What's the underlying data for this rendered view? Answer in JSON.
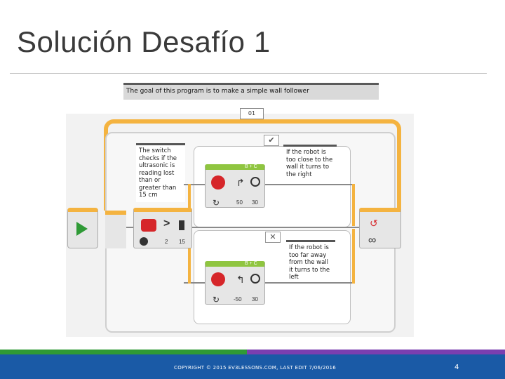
{
  "slide": {
    "title": "Solución Desafío 1"
  },
  "program": {
    "goal_comment": "The goal of this program is to make a simple wall follower",
    "loop_label": "01",
    "switch_comment": [
      "The switch",
      "checks if the",
      "ultrasonic is",
      "reading lost",
      "than or",
      "greater than",
      "15 cm"
    ],
    "true_case_icon": "check-mark",
    "false_case_icon": "cross-mark",
    "true_comment": [
      "If the robot is",
      "too close to the",
      "wall it turns to",
      "the right"
    ],
    "false_comment": [
      "If the robot is",
      "too far away",
      "from the wall",
      "it turns to the",
      "left"
    ],
    "compare_operator": ">",
    "sensor_port": "2",
    "threshold": "15",
    "top_steering": {
      "ports": "B + C",
      "steering": "50",
      "power": "30"
    },
    "bottom_steering": {
      "ports": "B + C",
      "steering": "-50",
      "power": "30"
    },
    "loop_end_icon": "infinity",
    "colors": {
      "orange": "#f4b340",
      "green": "#8fc540",
      "dark_green": "#2f9a36",
      "grey_block": "#e6e6e6",
      "wire": "#8a8a8a"
    }
  },
  "footer": {
    "copyright": "COPYRIGHT © 2015 EV3LESSONS.COM, LAST EDIT 7/06/2016",
    "page_number": "4",
    "bar_colors": [
      "#2f9a36",
      "#7a3fb0",
      "#1a5aa6"
    ]
  }
}
